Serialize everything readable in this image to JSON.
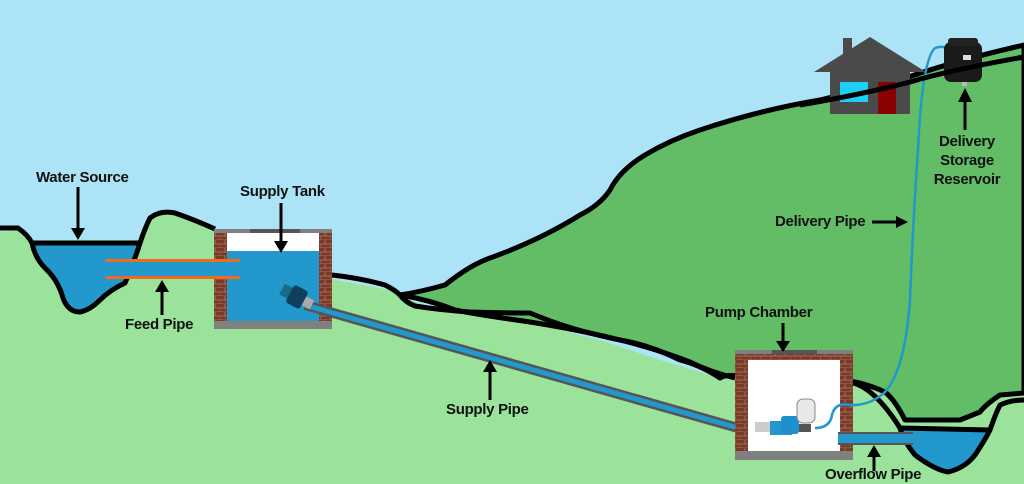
{
  "title": "Hydraulic ram / pumped water supply system diagram",
  "labels": {
    "water_source": "Water Source",
    "supply_tank": "Supply Tank",
    "feed_pipe": "Feed Pipe",
    "supply_pipe": "Supply Pipe",
    "pump_chamber": "Pump Chamber",
    "overflow_pipe": "Overflow Pipe",
    "delivery_pipe": "Delivery Pipe",
    "delivery_storage_reservoir": [
      "Delivery",
      "Storage",
      "Reservoir"
    ]
  },
  "icons": {
    "house": "house-icon",
    "reservoir": "storage-tank-icon",
    "pump": "pump-icon",
    "pressure_vessel": "pressure-vessel-icon",
    "strainer": "strainer-icon"
  },
  "colors": {
    "sky": "#ace3f6",
    "ground_light": "#9be39a",
    "hill_dark": "#63bd66",
    "water": "#2298cc",
    "outline": "#000000",
    "brick": "#7a3a2a",
    "concrete": "#808080",
    "feed_pipe": "#f26b1d",
    "house_body": "#4a4a4a",
    "house_window": "#1cd0f5",
    "house_door": "#8b0000"
  }
}
